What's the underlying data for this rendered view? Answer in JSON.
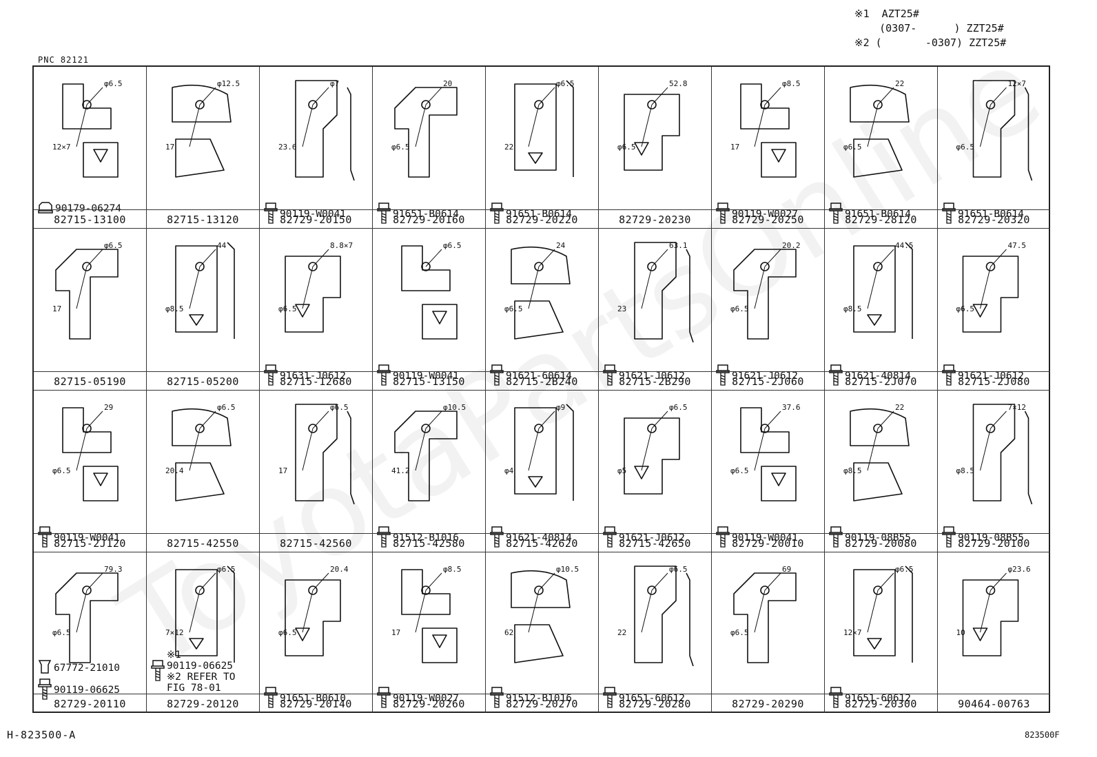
{
  "notes": [
    "※1  AZT25#",
    "    (0307-      ) ZZT25#",
    "※2 (       -0307) ZZT25#"
  ],
  "pnc": "PNC   82121",
  "footer_left": "H-823500-A",
  "footer_right": "823500F",
  "cells": [
    {
      "pn": "82715-13100",
      "fastener": [
        "90179-06274"
      ],
      "fastener_type": "nut",
      "dims": [
        "φ6.5",
        "12×7"
      ]
    },
    {
      "pn": "82715-13120",
      "fastener": [],
      "fastener_type": "",
      "dims": [
        "φ12.5",
        "17"
      ]
    },
    {
      "pn": "82729-20150",
      "fastener": [
        "90119-W0041"
      ],
      "fastener_type": "bolt",
      "dims": [
        "φ7",
        "23.6"
      ]
    },
    {
      "pn": "82729-20160",
      "fastener": [
        "91651-B0614"
      ],
      "fastener_type": "bolt",
      "dims": [
        "20",
        "φ6.5"
      ]
    },
    {
      "pn": "82729-20220",
      "fastener": [
        "91651-B0614"
      ],
      "fastener_type": "bolt",
      "dims": [
        "φ6.5",
        "22"
      ]
    },
    {
      "pn": "82729-20230",
      "fastener": [],
      "fastener_type": "",
      "dims": [
        "52.8",
        "φ6.5"
      ]
    },
    {
      "pn": "82729-20250",
      "fastener": [
        "90119-W0027"
      ],
      "fastener_type": "bolt",
      "dims": [
        "φ8.5",
        "17"
      ]
    },
    {
      "pn": "82729-28120",
      "fastener": [
        "91651-B0614"
      ],
      "fastener_type": "bolt",
      "dims": [
        "22",
        "φ6.5"
      ]
    },
    {
      "pn": "82729-20320",
      "fastener": [
        "91651-B0614"
      ],
      "fastener_type": "bolt",
      "dims": [
        "12×7",
        "φ6.5"
      ]
    },
    {
      "pn": "82715-05190",
      "fastener": [],
      "fastener_type": "",
      "dims": [
        "φ6.5",
        "17"
      ]
    },
    {
      "pn": "82715-05200",
      "fastener": [],
      "fastener_type": "",
      "dims": [
        "44",
        "φ8.5"
      ]
    },
    {
      "pn": "82715-12680",
      "fastener": [
        "91631-J0612"
      ],
      "fastener_type": "bolt",
      "dims": [
        "8.8×7",
        "φ6.5"
      ]
    },
    {
      "pn": "82715-13150",
      "fastener": [
        "90119-W0041"
      ],
      "fastener_type": "bolt",
      "dims": [
        "φ6.5"
      ]
    },
    {
      "pn": "82715-2B240",
      "fastener": [
        "91621-60614"
      ],
      "fastener_type": "bolt",
      "dims": [
        "24",
        "φ6.5"
      ]
    },
    {
      "pn": "82715-2B290",
      "fastener": [
        "91621-J0612"
      ],
      "fastener_type": "bolt",
      "dims": [
        "63.1",
        "23"
      ]
    },
    {
      "pn": "82715-2J060",
      "fastener": [
        "91621-J0612"
      ],
      "fastener_type": "bolt",
      "dims": [
        "20.2",
        "φ6.5"
      ]
    },
    {
      "pn": "82715-2J070",
      "fastener": [
        "91621-40814"
      ],
      "fastener_type": "bolt",
      "dims": [
        "44.5",
        "φ8.5"
      ]
    },
    {
      "pn": "82715-2J080",
      "fastener": [
        "91621-J0612"
      ],
      "fastener_type": "bolt",
      "dims": [
        "47.5",
        "φ6.5"
      ]
    },
    {
      "pn": "82715-2J120",
      "fastener": [
        "90119-W0041"
      ],
      "fastener_type": "bolt",
      "dims": [
        "29",
        "φ6.5"
      ]
    },
    {
      "pn": "82715-42550",
      "fastener": [],
      "fastener_type": "",
      "dims": [
        "φ6.5",
        "20.4"
      ]
    },
    {
      "pn": "82715-42560",
      "fastener": [],
      "fastener_type": "",
      "dims": [
        "φ6.5",
        "17"
      ]
    },
    {
      "pn": "82715-42580",
      "fastener": [
        "91512-B1016"
      ],
      "fastener_type": "bolt",
      "dims": [
        "φ10.5",
        "41.2"
      ]
    },
    {
      "pn": "82715-42620",
      "fastener": [
        "91621-40814"
      ],
      "fastener_type": "bolt",
      "dims": [
        "φ9",
        "φ4"
      ]
    },
    {
      "pn": "82715-42650",
      "fastener": [
        "91621-J0612"
      ],
      "fastener_type": "bolt",
      "dims": [
        "φ6.5",
        "φ5"
      ]
    },
    {
      "pn": "82729-20010",
      "fastener": [
        "90119-W0041"
      ],
      "fastener_type": "bolt",
      "dims": [
        "37.6",
        "φ6.5"
      ]
    },
    {
      "pn": "82729-20080",
      "fastener": [
        "90119-08B55"
      ],
      "fastener_type": "bolt",
      "dims": [
        "22",
        "φ8.5"
      ]
    },
    {
      "pn": "82729-20100",
      "fastener": [
        "90119-08B55"
      ],
      "fastener_type": "bolt",
      "dims": [
        "7×12",
        "φ8.5"
      ]
    },
    {
      "pn": "82729-20110",
      "fastener": [
        "67772-21010",
        "90119-06625"
      ],
      "fastener_type": "clip-bolt",
      "dims": [
        "79.3",
        "φ6.5"
      ]
    },
    {
      "pn": "82729-20120",
      "fastener": [
        "※1",
        "90119-06625",
        "※2 REFER TO",
        "FIG 78-01"
      ],
      "fastener_type": "bolt-note",
      "dims": [
        "φ6.5",
        "7×12"
      ]
    },
    {
      "pn": "82729-20140",
      "fastener": [
        "91651-B0610"
      ],
      "fastener_type": "bolt",
      "dims": [
        "20.4",
        "φ6.5"
      ]
    },
    {
      "pn": "82729-20260",
      "fastener": [
        "90119-W0027"
      ],
      "fastener_type": "bolt",
      "dims": [
        "φ8.5",
        "17"
      ]
    },
    {
      "pn": "82729-20270",
      "fastener": [
        "91512-B1016"
      ],
      "fastener_type": "bolt",
      "dims": [
        "φ10.5",
        "62"
      ]
    },
    {
      "pn": "82729-20280",
      "fastener": [
        "91651-60612"
      ],
      "fastener_type": "bolt",
      "dims": [
        "φ6.5",
        "22"
      ]
    },
    {
      "pn": "82729-20290",
      "fastener": [],
      "fastener_type": "",
      "dims": [
        "69",
        "φ6.5"
      ]
    },
    {
      "pn": "82729-20300",
      "fastener": [
        "91651-60612"
      ],
      "fastener_type": "bolt",
      "dims": [
        "φ6.5",
        "12×7"
      ]
    },
    {
      "pn": "90464-00763",
      "fastener": [],
      "fastener_type": "",
      "dims": [
        "φ23.6",
        "10"
      ]
    }
  ]
}
